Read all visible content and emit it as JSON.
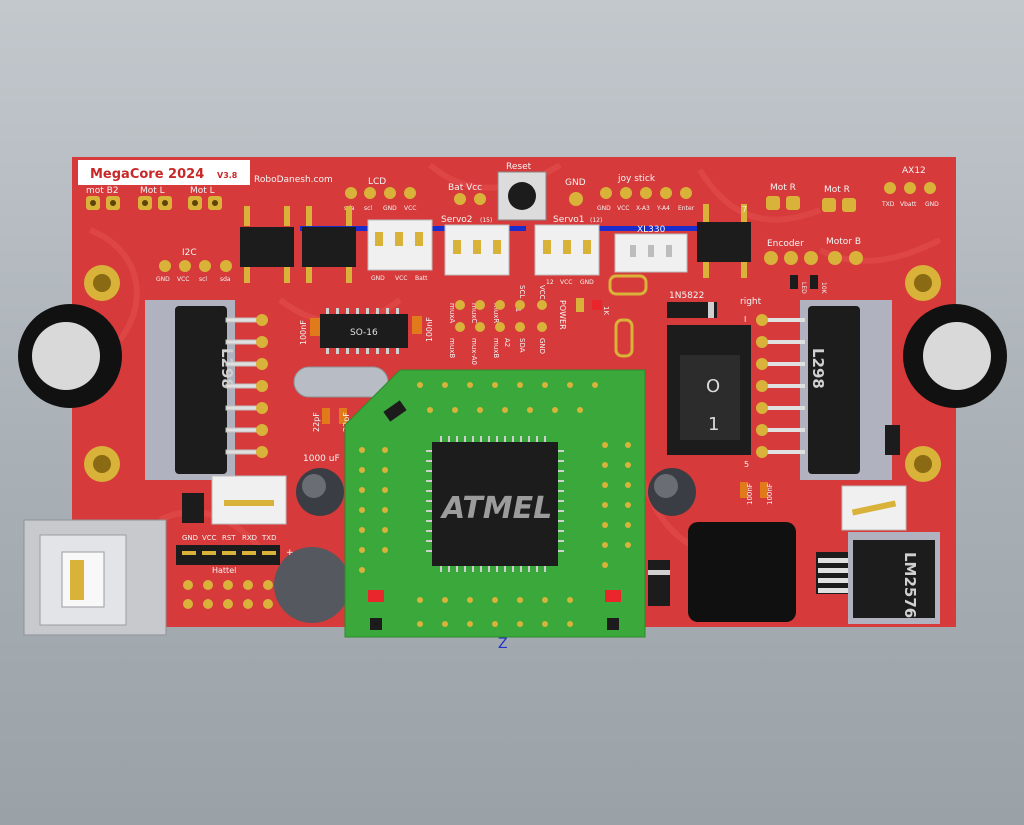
{
  "board": {
    "name": "MegaCore 2024",
    "version": "V3.8",
    "website": "RoboDanesh.com"
  },
  "colors": {
    "background": "#a9b0b6",
    "pcb": "#d63a3a",
    "pcb_trace": "#e14a4a",
    "silkscreen": "#f4f4f4",
    "gold": "#d9b23a",
    "module_green": "#3aa83a",
    "chip_black": "#1c1c1c"
  },
  "labels": {
    "mot_b2": "mot B2",
    "mot_l_1": "Mot L",
    "mot_l_2": "Mot L",
    "lcd": "LCD",
    "lcd_pins": [
      "sda",
      "scl",
      "GND",
      "VCC"
    ],
    "bat_vcc": "Bat Vcc",
    "reset": "Reset",
    "gnd_top": "GND",
    "joystick": "joy stick",
    "joystick_pins": [
      "GND",
      "VCC",
      "X-A3",
      "Y-A4",
      "Enter"
    ],
    "mot_r_1": "Mot R",
    "mot_r_2": "Mot R",
    "ax12": "AX12",
    "ax12_pins": [
      "TXD",
      "Vbatt",
      "GND"
    ],
    "i2c": "I2C",
    "i2c_pins": [
      "GND",
      "VCC",
      "scl",
      "sda"
    ],
    "servo2": "Servo2",
    "servo2_pin": "(15)",
    "servo1": "Servo1",
    "servo1_pin": "(12)",
    "servo_connector_pins": [
      "GND",
      "VCC",
      "Batt"
    ],
    "servo1_connector_pins": [
      "12",
      "VCC",
      "GND"
    ],
    "xl330": "XL330",
    "encoder": "Encoder",
    "motor_b": "Motor B",
    "diode": "1N5822",
    "right": "right",
    "cap_100nf_left": "100nF",
    "cap_100nf_right": "100nF",
    "cap_100nf_a": "100nF",
    "cap_100nf_b": "100nF",
    "so16": "SO-16",
    "cap_22pf_1": "22pF",
    "cap_22pf_2": "22pF",
    "cap_1000uf": "1000 uF",
    "power": "POWER",
    "res_1k": "1K",
    "led": "LED",
    "res_10k": "10K",
    "header_left_cols": [
      "muxA",
      "muxC",
      "muxR",
      "A1",
      "SCL",
      "VCC"
    ],
    "header_left_cols2": [
      "muxB",
      "mux-A0",
      "muxB",
      "A2",
      "SDA",
      "GND"
    ],
    "pin_i": "I",
    "pin_5": "5",
    "pin_7": "7",
    "sw_on": "O",
    "sw_off": "1",
    "l298_left": "L298",
    "l298_right": "L298",
    "atmel": "ATMEL",
    "lm2576": "LM2576",
    "prog_pins": [
      "GND",
      "VCC",
      "RST",
      "RXD",
      "TXD"
    ],
    "prog_label": "Hattel",
    "plus": "+",
    "axis_z": "Z"
  }
}
